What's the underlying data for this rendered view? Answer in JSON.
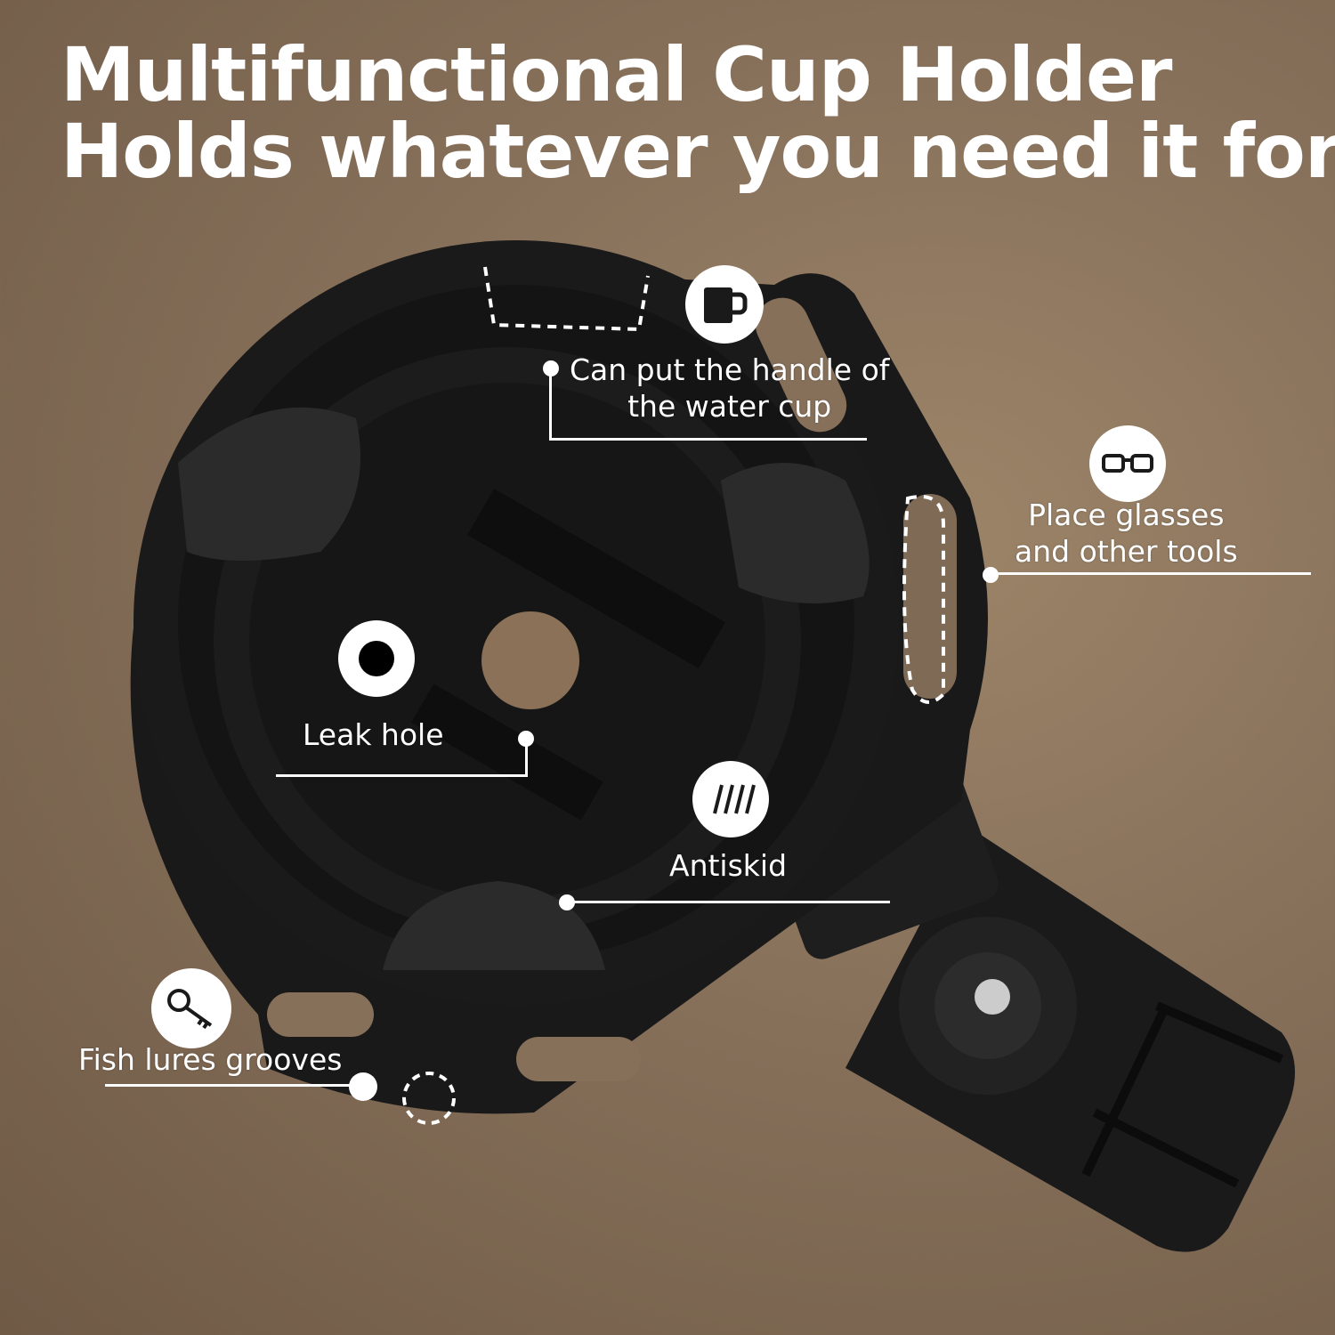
{
  "title": {
    "line1": "Multifunctional Cup Holder",
    "line2": "Holds whatever you need it for"
  },
  "callouts": [
    {
      "icon": "mug-icon",
      "text_line1": "Can put the handle of",
      "text_line2": "the water cup"
    },
    {
      "icon": "glasses-icon",
      "text_line1": "Place glasses",
      "text_line2": "and other tools"
    },
    {
      "icon": "hole-icon",
      "text_line1": "Leak hole"
    },
    {
      "icon": "antiskid-icon",
      "text_line1": "Antiskid"
    },
    {
      "icon": "key-icon",
      "text_line1": "Fish lures grooves"
    }
  ],
  "colors": {
    "background": "#86705a",
    "product": "#1c1c1c",
    "accent": "#ffffff"
  }
}
